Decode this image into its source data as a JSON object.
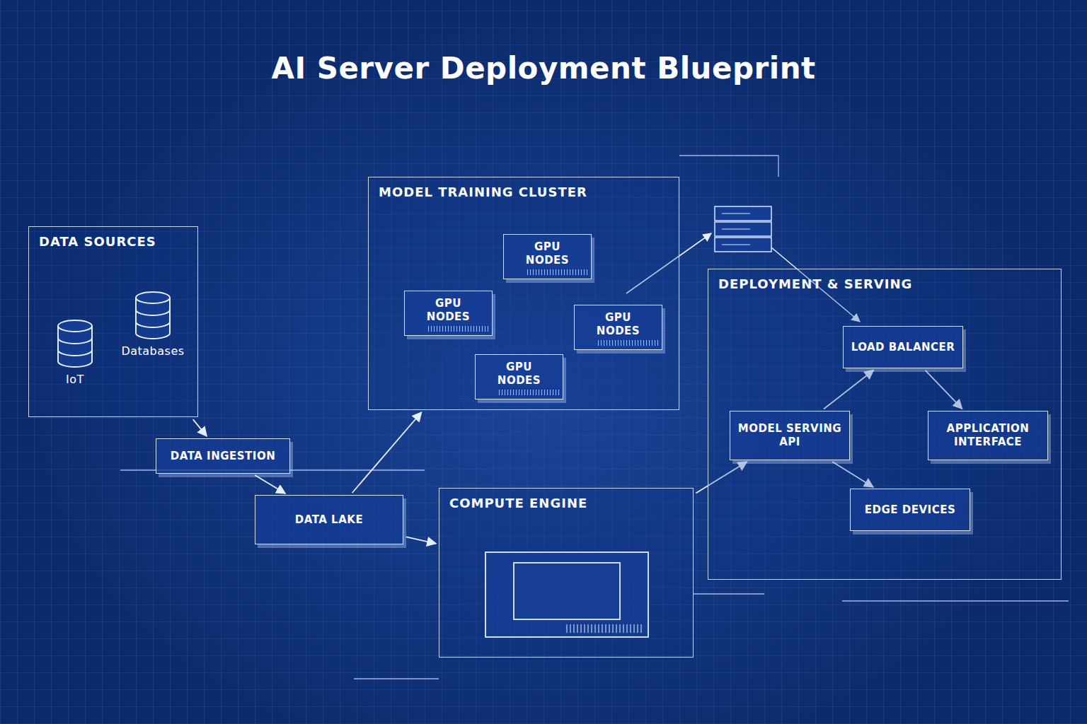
{
  "diagram": {
    "title": "AI Server Deployment Blueprint",
    "nodes": [
      {
        "text": [
          "DATA SOURCES"
        ]
      },
      {
        "text": [
          "IoT"
        ],
        "in": 0
      },
      {
        "text": [
          "Databases"
        ],
        "in": 0
      },
      {
        "text": [
          "DATA INGESTION"
        ]
      },
      {
        "text": [
          "DATA LAKE"
        ]
      },
      {
        "text": [
          "MODEL TRAINING CLUSTER"
        ]
      },
      {
        "text": [
          "GPU NODES"
        ],
        "in": 5
      },
      {
        "text": [
          "GPU NODES"
        ],
        "in": 5
      },
      {
        "text": [
          "GPU NODES"
        ],
        "in": 5
      },
      {
        "text": [
          "GPU NODES"
        ],
        "in": 5
      },
      {
        "text": [
          "COMPUTE ENGINE"
        ]
      },
      {
        "text": [
          "DEPLOYMENT & SERVING"
        ]
      },
      {
        "text": [
          "LOAD BALANCER"
        ],
        "in": 11
      },
      {
        "text": [
          "MODEL SERVING API"
        ],
        "in": 11
      },
      {
        "text": [
          "APPLICATION INTERFACE"
        ],
        "in": 11
      },
      {
        "text": [
          "EDGE DEVICES"
        ],
        "in": 11
      }
    ],
    "edges": [
      {
        "from": 0,
        "to": 3,
        "arrow": "to"
      },
      {
        "from": 3,
        "to": 4,
        "arrow": "to"
      },
      {
        "from": 4,
        "to": 5,
        "arrow": "to"
      },
      {
        "from": 4,
        "to": 10,
        "arrow": "to"
      },
      {
        "from": 10,
        "to": 13,
        "arrow": "to"
      },
      {
        "from": 13,
        "to": 12,
        "arrow": "to"
      },
      {
        "from": 13,
        "to": 15,
        "arrow": "to"
      },
      {
        "from": 12,
        "to": 14,
        "arrow": "to"
      }
    ]
  }
}
